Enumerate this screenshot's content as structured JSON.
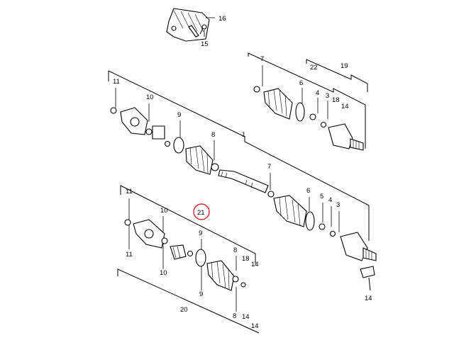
{
  "diagram": {
    "callouts": [
      {
        "id": "c16",
        "text": "16"
      },
      {
        "id": "c15",
        "text": "15"
      },
      {
        "id": "c7a",
        "text": "7"
      },
      {
        "id": "c22",
        "text": "22"
      },
      {
        "id": "c19",
        "text": "19"
      },
      {
        "id": "c6a",
        "text": "6"
      },
      {
        "id": "c4a",
        "text": "4"
      },
      {
        "id": "c3a",
        "text": "3"
      },
      {
        "id": "c18a",
        "text": "18"
      },
      {
        "id": "c14a",
        "text": "14"
      },
      {
        "id": "c11a",
        "text": "11"
      },
      {
        "id": "c10a",
        "text": "10"
      },
      {
        "id": "c9a",
        "text": "9"
      },
      {
        "id": "c8a",
        "text": "8"
      },
      {
        "id": "c1",
        "text": "1"
      },
      {
        "id": "c7b",
        "text": "7"
      },
      {
        "id": "c6b",
        "text": "6"
      },
      {
        "id": "c5b",
        "text": "5"
      },
      {
        "id": "c4b",
        "text": "4"
      },
      {
        "id": "c3b",
        "text": "3"
      },
      {
        "id": "c11b",
        "text": "11"
      },
      {
        "id": "c21",
        "text": "21"
      },
      {
        "id": "c10b",
        "text": "10"
      },
      {
        "id": "c9b",
        "text": "9"
      },
      {
        "id": "c8b",
        "text": "8"
      },
      {
        "id": "c11c",
        "text": "11"
      },
      {
        "id": "c10c",
        "text": "10"
      },
      {
        "id": "c9c",
        "text": "9"
      },
      {
        "id": "c8c",
        "text": "8"
      },
      {
        "id": "c18b",
        "text": "18"
      },
      {
        "id": "c14b",
        "text": "14"
      },
      {
        "id": "c14c",
        "text": "14"
      },
      {
        "id": "c20",
        "text": "20"
      },
      {
        "id": "c14d",
        "text": "14"
      },
      {
        "id": "c14e",
        "text": "14"
      }
    ],
    "highlight": {
      "callout": "21",
      "color": "#d62a2a"
    }
  }
}
